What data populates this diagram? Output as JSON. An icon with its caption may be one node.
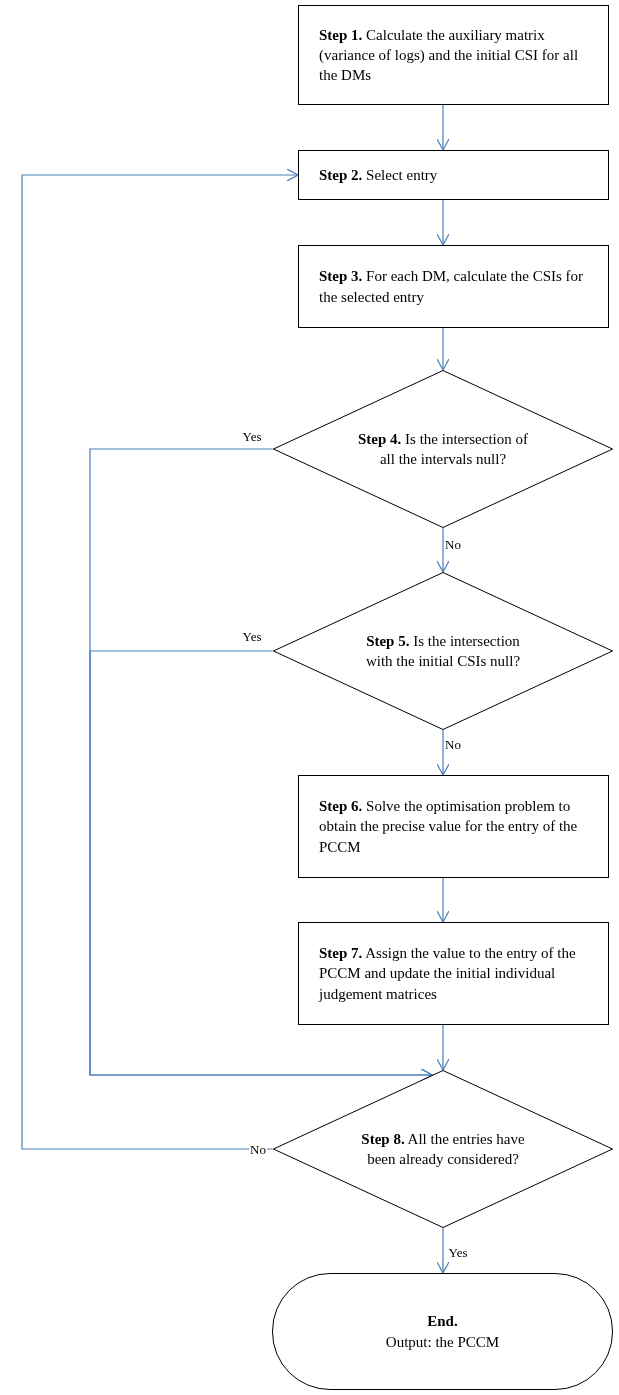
{
  "diagram": {
    "nodes": [
      {
        "text": [
          "**Step 1.** Calculate the auxiliary matrix (variance of logs) and the initial CSI for all the DMs"
        ]
      },
      {
        "text": [
          "**Step 2.** Select entry"
        ]
      },
      {
        "text": [
          "**Step 3.** For each DM, calculate the CSIs for the selected entry"
        ]
      },
      {
        "text": [
          "**Step 4.** Is the intersection of all the intervals null?"
        ]
      },
      {
        "text": [
          "**Step 5.** Is the intersection with the initial CSIs null?"
        ]
      },
      {
        "text": [
          "**Step 6.** Solve the optimisation problem to obtain the precise value for the entry of the PCCM"
        ]
      },
      {
        "text": [
          "**Step 7.** Assign the value to the entry of the PCCM and update the initial individual judgement matrices"
        ]
      },
      {
        "text": [
          "**Step 8.** All the entries have been already considered?"
        ]
      },
      {
        "text": [
          "End.",
          "Output: the PCCM"
        ]
      }
    ],
    "edges": [
      {
        "from": 0,
        "to": 1,
        "arrow": "to"
      },
      {
        "from": 1,
        "to": 2,
        "arrow": "to"
      },
      {
        "from": 2,
        "to": 3,
        "arrow": "to"
      },
      {
        "from": 3,
        "to": 4,
        "arrow": "to",
        "label": "No"
      },
      {
        "from": 4,
        "to": 5,
        "arrow": "to",
        "label": "No"
      },
      {
        "from": 5,
        "to": 6,
        "arrow": "to"
      },
      {
        "from": 6,
        "to": 7,
        "arrow": "to"
      },
      {
        "from": 7,
        "to": 8,
        "arrow": "to",
        "label": "Yes"
      },
      {
        "from": 3,
        "to": 7,
        "arrow": "to",
        "label": "Yes"
      },
      {
        "from": 4,
        "to": 7,
        "arrow": "to",
        "label": "Yes"
      },
      {
        "from": 7,
        "to": 1,
        "arrow": "to",
        "label": "No"
      }
    ]
  }
}
